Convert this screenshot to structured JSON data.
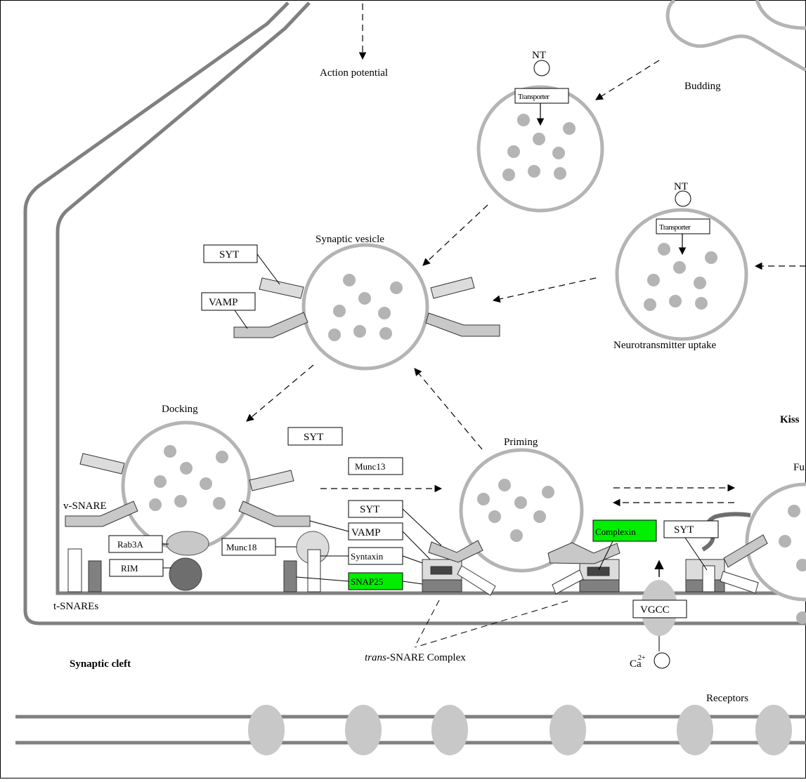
{
  "labels": {
    "action_potential": "Action potential",
    "budding": "Budding",
    "synaptic_vesicle": "Synaptic vesicle",
    "neurotransmitter_uptake": "Neurotransmitter uptake",
    "docking": "Docking",
    "priming": "Priming",
    "kiss": "Kiss",
    "fu": "Fu",
    "v_snare": "v-SNARE",
    "t_snares": "t-SNAREs",
    "synaptic_cleft": "Synaptic cleft",
    "trans_italic": "trans",
    "trans_rest": "-SNARE Complex",
    "receptors": "Receptors",
    "nt_top": "NT",
    "nt_right": "NT",
    "ca": "Ca",
    "ca_charge": "2+"
  },
  "gene_boxes": {
    "transporter_top": "Transporter",
    "transporter_right": "Transporter",
    "syt_sv": "SYT",
    "vamp_sv": "VAMP",
    "syt_docking": "SYT",
    "munc13": "Munc13",
    "syt_priming": "SYT",
    "vamp_priming": "VAMP",
    "syntaxin": "Syntaxin",
    "snap25": "SNAP25",
    "rab3a": "Rab3A",
    "rim": "RIM",
    "munc18": "Munc18",
    "complexin": "Complexin",
    "syt_fusion": "SYT",
    "vgcc": "VGCC"
  },
  "colors": {
    "highlight": "#00ee00",
    "membrane": "#808080",
    "vesicle_stroke": "#b4b4b4",
    "vesicle_dot": "#b4b4b4",
    "protein_light": "#dcdcdc",
    "protein_mid": "#c8c8c8",
    "protein_dark": "#6e6e6e"
  }
}
